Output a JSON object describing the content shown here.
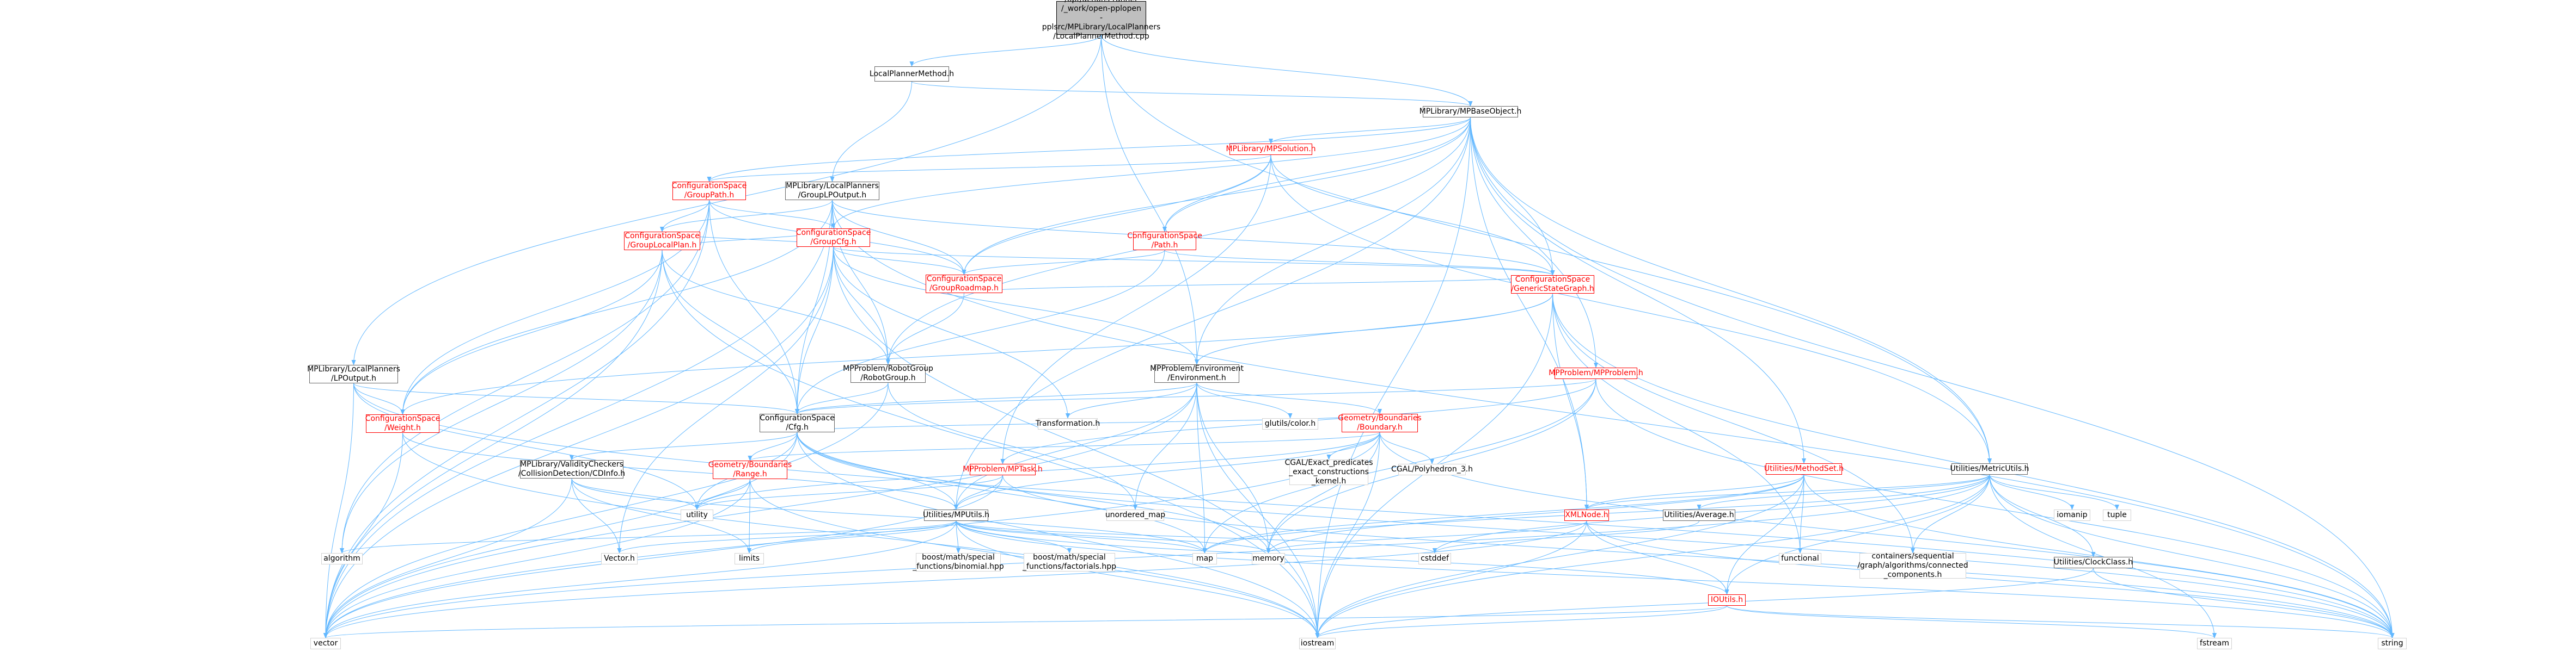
{
  "graph": {
    "nodes": [
      {
        "id": "root",
        "label": "/opt/actions-runner\n/_work/open-pplopen\n-pplsrc/MPLibrary/LocalPlanners\n/LocalPlannerMethod.cpp",
        "kind": "root"
      },
      {
        "id": "lpm",
        "label": "LocalPlannerMethod.h",
        "kind": "normal"
      },
      {
        "id": "mpbase",
        "label": "MPLibrary/MPBaseObject.h",
        "kind": "normal"
      },
      {
        "id": "mpsol",
        "label": "MPLibrary/MPSolution.h",
        "kind": "red"
      },
      {
        "id": "grouppath",
        "label": "ConfigurationSpace\n/GroupPath.h",
        "kind": "red"
      },
      {
        "id": "lpgout",
        "label": "MPLibrary/LocalPlanners\n/GroupLPOutput.h",
        "kind": "normal"
      },
      {
        "id": "groupcfg",
        "label": "ConfigurationSpace\n/GroupCfg.h",
        "kind": "red"
      },
      {
        "id": "grouplocal",
        "label": "ConfigurationSpace\n/GroupLocalPlan.h",
        "kind": "red"
      },
      {
        "id": "cspath",
        "label": "ConfigurationSpace\n/Path.h",
        "kind": "red"
      },
      {
        "id": "groadmap",
        "label": "ConfigurationSpace\n/GroupRoadmap.h",
        "kind": "red"
      },
      {
        "id": "gsg",
        "label": "ConfigurationSpace\n/GenericStateGraph.h",
        "kind": "red"
      },
      {
        "id": "lpout",
        "label": "MPLibrary/LocalPlanners\n/LPOutput.h",
        "kind": "normal"
      },
      {
        "id": "robgroup",
        "label": "MPProblem/RobotGroup\n/RobotGroup.h",
        "kind": "normal"
      },
      {
        "id": "env",
        "label": "MPProblem/Environment\n/Environment.h",
        "kind": "normal"
      },
      {
        "id": "mpprob",
        "label": "MPProblem/MPProblem.h",
        "kind": "red"
      },
      {
        "id": "weight",
        "label": "ConfigurationSpace\n/Weight.h",
        "kind": "red"
      },
      {
        "id": "cfg",
        "label": "ConfigurationSpace\n/Cfg.h",
        "kind": "normal"
      },
      {
        "id": "boundary",
        "label": "Geometry/Boundaries\n/Boundary.h",
        "kind": "red"
      },
      {
        "id": "transformation",
        "label": "Transformation.h",
        "kind": "sys"
      },
      {
        "id": "glutscolor",
        "label": "glutils/color.h",
        "kind": "sys"
      },
      {
        "id": "range",
        "label": "Geometry/Boundaries\n/Range.h",
        "kind": "red"
      },
      {
        "id": "cdinfo",
        "label": "MPLibrary/ValidityCheckers\n/CollisionDetection/CDInfo.h",
        "kind": "normal"
      },
      {
        "id": "mptask",
        "label": "MPProblem/MPTask.h",
        "kind": "red"
      },
      {
        "id": "cgalexact",
        "label": "CGAL/Exact_predicates\n_exact_constructions\n_kernel.h",
        "kind": "sys"
      },
      {
        "id": "cgalpoly",
        "label": "CGAL/Polyhedron_3.h",
        "kind": "sys"
      },
      {
        "id": "methodset",
        "label": "Utilities/MethodSet.h",
        "kind": "red"
      },
      {
        "id": "metricutils",
        "label": "Utilities/MetricUtils.h",
        "kind": "normal"
      },
      {
        "id": "mputils",
        "label": "Utilities/MPUtils.h",
        "kind": "normal"
      },
      {
        "id": "xmlnode",
        "label": "XMLNode.h",
        "kind": "red"
      },
      {
        "id": "average",
        "label": "Utilities/Average.h",
        "kind": "normal"
      },
      {
        "id": "clockclass",
        "label": "Utilities/ClockClass.h",
        "kind": "normal"
      },
      {
        "id": "ioutils",
        "label": "IOUtils.h",
        "kind": "red"
      },
      {
        "id": "unordered_map",
        "label": "unordered_map",
        "kind": "sys"
      },
      {
        "id": "utility",
        "label": "utility",
        "kind": "sys"
      },
      {
        "id": "iomanip",
        "label": "iomanip",
        "kind": "sys"
      },
      {
        "id": "tuple",
        "label": "tuple",
        "kind": "sys"
      },
      {
        "id": "algorithm",
        "label": "algorithm",
        "kind": "sys"
      },
      {
        "id": "vector_h",
        "label": "Vector.h",
        "kind": "sys"
      },
      {
        "id": "limits",
        "label": "limits",
        "kind": "sys"
      },
      {
        "id": "binomial",
        "label": "boost/math/special\n_functions/binomial.hpp",
        "kind": "sys"
      },
      {
        "id": "factorials",
        "label": "boost/math/special\n_functions/factorials.hpp",
        "kind": "sys"
      },
      {
        "id": "map",
        "label": "map",
        "kind": "sys"
      },
      {
        "id": "memory",
        "label": "memory",
        "kind": "sys"
      },
      {
        "id": "cstddef",
        "label": "cstddef",
        "kind": "sys"
      },
      {
        "id": "functional",
        "label": "functional",
        "kind": "sys"
      },
      {
        "id": "containers",
        "label": "containers/sequential\n/graph/algorithms/connected\n_components.h",
        "kind": "sys"
      },
      {
        "id": "vector",
        "label": "vector",
        "kind": "sys"
      },
      {
        "id": "iostream",
        "label": "iostream",
        "kind": "sys"
      },
      {
        "id": "fstream",
        "label": "fstream",
        "kind": "sys"
      },
      {
        "id": "string",
        "label": "string",
        "kind": "sys"
      }
    ],
    "edges": [
      [
        "root",
        "lpm"
      ],
      [
        "root",
        "mpbase"
      ],
      [
        "root",
        "lpout"
      ],
      [
        "root",
        "env"
      ],
      [
        "root",
        "metricutils"
      ],
      [
        "lpm",
        "mpbase"
      ],
      [
        "lpm",
        "lpgout"
      ],
      [
        "mpbase",
        "mpsol"
      ],
      [
        "mpbase",
        "grouppath"
      ],
      [
        "mpbase",
        "groupcfg"
      ],
      [
        "mpbase",
        "groadmap"
      ],
      [
        "mpbase",
        "cspath"
      ],
      [
        "mpbase",
        "gsg"
      ],
      [
        "mpbase",
        "env"
      ],
      [
        "mpbase",
        "robgroup"
      ],
      [
        "mpbase",
        "mpprob"
      ],
      [
        "mpbase",
        "methodset"
      ],
      [
        "mpbase",
        "metricutils"
      ],
      [
        "mpbase",
        "mputils"
      ],
      [
        "mpbase",
        "xmlnode"
      ],
      [
        "mpbase",
        "iostream"
      ],
      [
        "mpbase",
        "string"
      ],
      [
        "mpsol",
        "grouppath"
      ],
      [
        "mpsol",
        "cspath"
      ],
      [
        "mpsol",
        "groadmap"
      ],
      [
        "mpsol",
        "gsg"
      ],
      [
        "mpsol",
        "metricutils"
      ],
      [
        "mpsol",
        "mptask"
      ],
      [
        "grouppath",
        "groupcfg"
      ],
      [
        "grouppath",
        "grouplocal"
      ],
      [
        "grouppath",
        "groadmap"
      ],
      [
        "grouppath",
        "weight"
      ],
      [
        "grouppath",
        "cfg"
      ],
      [
        "grouppath",
        "algorithm"
      ],
      [
        "grouppath",
        "vector"
      ],
      [
        "lpgout",
        "groupcfg"
      ],
      [
        "lpgout",
        "grouplocal"
      ],
      [
        "lpgout",
        "groadmap"
      ],
      [
        "lpgout",
        "weight"
      ],
      [
        "lpgout",
        "cfg"
      ],
      [
        "lpgout",
        "gsg"
      ],
      [
        "lpgout",
        "robgroup"
      ],
      [
        "lpgout",
        "string"
      ],
      [
        "lpgout",
        "vector"
      ],
      [
        "groupcfg",
        "grouplocal"
      ],
      [
        "groupcfg",
        "groadmap"
      ],
      [
        "groupcfg",
        "cfg"
      ],
      [
        "groupcfg",
        "robgroup"
      ],
      [
        "groupcfg",
        "env"
      ],
      [
        "groupcfg",
        "transformation"
      ],
      [
        "groupcfg",
        "vector_h"
      ],
      [
        "groupcfg",
        "vector"
      ],
      [
        "groupcfg",
        "iostream"
      ],
      [
        "groupcfg",
        "gsg"
      ],
      [
        "grouplocal",
        "groupcfg"
      ],
      [
        "grouplocal",
        "weight"
      ],
      [
        "grouplocal",
        "cfg"
      ],
      [
        "grouplocal",
        "robgroup"
      ],
      [
        "grouplocal",
        "algorithm"
      ],
      [
        "grouplocal",
        "vector"
      ],
      [
        "grouplocal",
        "iostream"
      ],
      [
        "cspath",
        "groadmap"
      ],
      [
        "cspath",
        "cfg"
      ],
      [
        "cspath",
        "gsg"
      ],
      [
        "groadmap",
        "gsg"
      ],
      [
        "groadmap",
        "robgroup"
      ],
      [
        "gsg",
        "env"
      ],
      [
        "gsg",
        "weight"
      ],
      [
        "gsg",
        "containers"
      ],
      [
        "gsg",
        "functional"
      ],
      [
        "gsg",
        "iostream"
      ],
      [
        "gsg",
        "string"
      ],
      [
        "gsg",
        "xmlnode"
      ],
      [
        "lpout",
        "weight"
      ],
      [
        "lpout",
        "cfg"
      ],
      [
        "lpout",
        "string"
      ],
      [
        "lpout",
        "utility"
      ],
      [
        "lpout",
        "vector"
      ],
      [
        "robgroup",
        "cfg"
      ],
      [
        "robgroup",
        "unordered_map"
      ],
      [
        "robgroup",
        "vector"
      ],
      [
        "env",
        "cfg"
      ],
      [
        "env",
        "boundary"
      ],
      [
        "env",
        "transformation"
      ],
      [
        "env",
        "glutscolor"
      ],
      [
        "env",
        "mputils"
      ],
      [
        "env",
        "unordered_map"
      ],
      [
        "env",
        "iostream"
      ],
      [
        "env",
        "memory"
      ],
      [
        "env",
        "map"
      ],
      [
        "env",
        "vector"
      ],
      [
        "mpprob",
        "cfg"
      ],
      [
        "mpprob",
        "mptask"
      ],
      [
        "mpprob",
        "map"
      ],
      [
        "mpprob",
        "memory"
      ],
      [
        "mpprob",
        "string"
      ],
      [
        "weight",
        "mputils"
      ],
      [
        "weight",
        "iostream"
      ],
      [
        "weight",
        "vector"
      ],
      [
        "cfg",
        "range"
      ],
      [
        "cfg",
        "cdinfo"
      ],
      [
        "cfg",
        "mputils"
      ],
      [
        "cfg",
        "boundary"
      ],
      [
        "cfg",
        "utility"
      ],
      [
        "cfg",
        "map"
      ],
      [
        "cfg",
        "iostream"
      ],
      [
        "cfg",
        "vector"
      ],
      [
        "cfg",
        "string"
      ],
      [
        "cfg",
        "memory"
      ],
      [
        "boundary",
        "range"
      ],
      [
        "boundary",
        "cgalexact"
      ],
      [
        "boundary",
        "cgalpoly"
      ],
      [
        "boundary",
        "mputils"
      ],
      [
        "boundary",
        "iostream"
      ],
      [
        "boundary",
        "vector"
      ],
      [
        "boundary",
        "memory"
      ],
      [
        "boundary",
        "string"
      ],
      [
        "boundary",
        "utility"
      ],
      [
        "range",
        "utility"
      ],
      [
        "range",
        "limits"
      ],
      [
        "range",
        "iostream"
      ],
      [
        "range",
        "vector"
      ],
      [
        "cdinfo",
        "utility"
      ],
      [
        "cdinfo",
        "limits"
      ],
      [
        "cdinfo",
        "vector_h"
      ],
      [
        "cdinfo",
        "vector"
      ],
      [
        "cdinfo",
        "map"
      ],
      [
        "mptask",
        "mputils"
      ],
      [
        "mptask",
        "utility"
      ],
      [
        "mptask",
        "vector"
      ],
      [
        "mptask",
        "string"
      ],
      [
        "methodset",
        "xmlnode"
      ],
      [
        "methodset",
        "ioutils"
      ],
      [
        "methodset",
        "map"
      ],
      [
        "methodset",
        "memory"
      ],
      [
        "methodset",
        "functional"
      ],
      [
        "methodset",
        "iostream"
      ],
      [
        "methodset",
        "string"
      ],
      [
        "metricutils",
        "xmlnode"
      ],
      [
        "metricutils",
        "average"
      ],
      [
        "metricutils",
        "clockclass"
      ],
      [
        "metricutils",
        "ioutils"
      ],
      [
        "metricutils",
        "map"
      ],
      [
        "metricutils",
        "iomanip"
      ],
      [
        "metricutils",
        "tuple"
      ],
      [
        "metricutils",
        "string"
      ],
      [
        "metricutils",
        "fstream"
      ],
      [
        "metricutils",
        "vector"
      ],
      [
        "metricutils",
        "iostream"
      ],
      [
        "metricutils",
        "cstddef"
      ],
      [
        "metricutils",
        "containers"
      ],
      [
        "mputils",
        "algorithm"
      ],
      [
        "mputils",
        "vector_h"
      ],
      [
        "mputils",
        "limits"
      ],
      [
        "mputils",
        "binomial"
      ],
      [
        "mputils",
        "factorials"
      ],
      [
        "mputils",
        "map"
      ],
      [
        "mputils",
        "memory"
      ],
      [
        "mputils",
        "cstddef"
      ],
      [
        "mputils",
        "iostream"
      ],
      [
        "mputils",
        "vector"
      ],
      [
        "mputils",
        "ioutils"
      ],
      [
        "mputils",
        "string"
      ],
      [
        "xmlnode",
        "ioutils"
      ],
      [
        "xmlnode",
        "memory"
      ],
      [
        "xmlnode",
        "string"
      ],
      [
        "xmlnode",
        "iostream"
      ],
      [
        "xmlnode",
        "vector"
      ],
      [
        "average",
        "cstddef"
      ],
      [
        "clockclass",
        "iostream"
      ],
      [
        "clockclass",
        "string"
      ],
      [
        "ioutils",
        "fstream"
      ],
      [
        "ioutils",
        "iostream"
      ],
      [
        "ioutils",
        "string"
      ],
      [
        "ioutils",
        "vector"
      ]
    ]
  }
}
